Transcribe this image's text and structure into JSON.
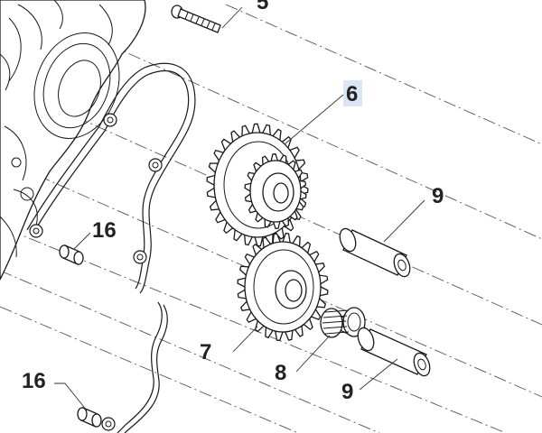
{
  "diagram": {
    "callouts": [
      {
        "id": "c5",
        "label": "5"
      },
      {
        "id": "c6",
        "label": "6",
        "highlighted": true
      },
      {
        "id": "c7",
        "label": "7"
      },
      {
        "id": "c8",
        "label": "8"
      },
      {
        "id": "c9a",
        "label": "9"
      },
      {
        "id": "c9b",
        "label": "9"
      },
      {
        "id": "c16a",
        "label": "16"
      },
      {
        "id": "c16b",
        "label": "16"
      }
    ],
    "parts": [
      {
        "number": "5",
        "kind": "screw"
      },
      {
        "number": "6",
        "kind": "double-gear"
      },
      {
        "number": "7",
        "kind": "gear"
      },
      {
        "number": "8",
        "kind": "needle-bearing"
      },
      {
        "number": "9",
        "kind": "pin"
      },
      {
        "number": "16",
        "kind": "dowel-bushing"
      }
    ],
    "highlight_color": "#dbe6f3",
    "line_color": "#1a1a1a"
  }
}
